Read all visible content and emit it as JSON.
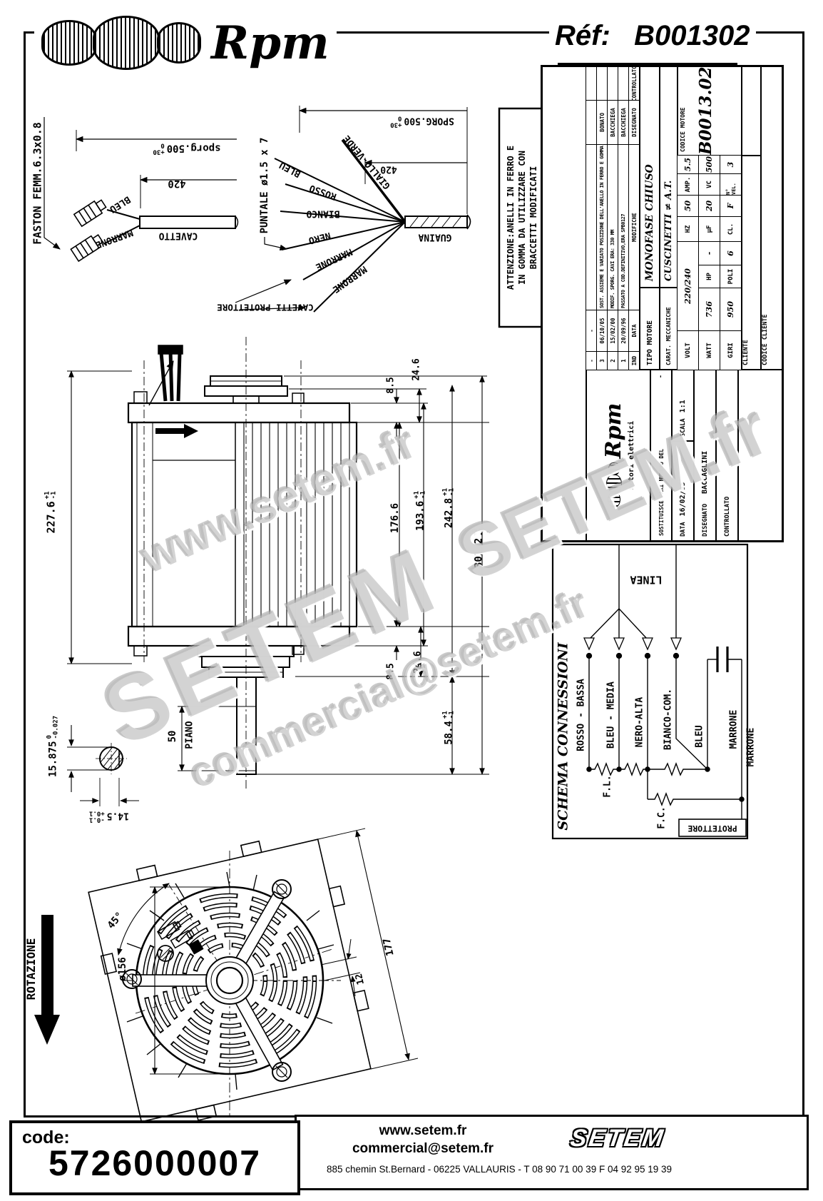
{
  "header": {
    "brand": "Rpm",
    "ref_label": "Réf:",
    "ref_value": "B001302"
  },
  "faston_detail": {
    "title": "FASTON FEMM.6.3x0.8",
    "sporg": "sporg.500",
    "sporg_tol_top": "0",
    "sporg_tol_bottom": "+30",
    "dim420": "420",
    "wire_blue": "BLEU",
    "wire_brown": "MARRONE",
    "cable": "CAVETTO"
  },
  "fan_detail": {
    "puntale": "PUNTALE ø1.5 x 7",
    "sporg": "SPORG.500",
    "sporg_tol_top": "0",
    "sporg_tol_bottom": "+30",
    "dim420": "420",
    "sheath": "GUAINA",
    "cavetti": "CAVETTI PROTETTORE",
    "wires": [
      "GIALLO-VERDE",
      "BLEU",
      "ROSSO",
      "BIANCO",
      "NERO",
      "MARRONE",
      "MARRONE"
    ]
  },
  "attention": {
    "line1": "ATTENZIONE:ANELLI IN FERRO E",
    "line2": "IN GOMMA DA UTILIZZARE CON",
    "line3": "BRACCETTI MODIFICATI"
  },
  "side_view": {
    "h_overall": "227.6",
    "tol_p1": "+1",
    "tol_m1": "-1",
    "top_plate": "8.5",
    "top_hub": "24.6",
    "body": "176.6",
    "plates": "193.6",
    "with_hubs": "242.8",
    "overall": "301.2",
    "tol_p2": "+2",
    "tol_m2": "-2",
    "bot_plate": "8.5",
    "bot_hub": "24.6",
    "shaft_len": "58.4",
    "flat_len": "50",
    "flat_label": "PIANO",
    "shaft_dia": "15.875",
    "shaft_tol_top": "0",
    "shaft_tol_bottom": "-0.027",
    "flat_width": "14.5",
    "flat_tol_top": "+0.1",
    "flat_tol_bottom": "-0.1"
  },
  "end_view": {
    "rotation": "ROTAZIONE",
    "diameter": "ø156",
    "angle": "45°",
    "plate": "177",
    "tab": "12"
  },
  "schema": {
    "title": "SCHEMA CONNESSIONI",
    "linea": "LINEA",
    "wires": [
      "ROSSO - BASSA",
      "BLEU - MEDIA",
      "NERO-ALTA",
      "BIANCO-COM.",
      "BLEU",
      "MARRONE",
      "MARRONE"
    ],
    "fl": "F.L.",
    "fc": "F.C.",
    "protettore": "PROTETTORE"
  },
  "title_block": {
    "revisions": {
      "headers": [
        "IND",
        "DATA",
        "MODIFICHE",
        "DISEGNATO",
        "CONTROLLATO"
      ],
      "rows": [
        [
          "-",
          "-",
          "",
          "",
          ""
        ],
        [
          "3",
          "06/10/05",
          "SOST. ASSIEME E VARIATO POSIZIONE DELL'ANELLO IN FERRO E GOMMA",
          "BONATO",
          ""
        ],
        [
          "2",
          "15/02/00",
          "MODIF. SPORG. CAVI ERA: 330 MM",
          "BACCHIEGA",
          ""
        ],
        [
          "1",
          "20/09/96",
          "PASSATO A COD.DEFINITIVO,ERA SPB0127",
          "BACCHIEGA",
          ""
        ]
      ]
    },
    "brand": "Rpm",
    "brand_sub": "motori elettrici",
    "sostituisce_label": "SOSTITUISCE PARI NUMERO DEL",
    "sostituisce_value": "-",
    "data_label": "DATA",
    "data_value": "16/02/95",
    "scala_label": "SCALA",
    "scala_value": "1:1",
    "disegnato_label": "DISEGNATO",
    "disegnato_value": "BACCAGLINI",
    "controllato_label": "CONTROLLATO",
    "tipo_label": "TIPO MOTORE",
    "tipo_value": "MONOFASE CHIUSO",
    "carat_label": "CARAT. MECCANICHE",
    "carat_value": "CUSCINETTI ≠ A.T.",
    "specs": {
      "volt_l": "VOLT",
      "volt_v": "220/240",
      "hz_l": "HZ",
      "hz_v": "50",
      "amp_l": "AMP.",
      "amp_v": "5.5",
      "watt_l": "WATT",
      "watt_v": "736",
      "hp_l": "HP",
      "hp_v": "-",
      "uf_l": "μF",
      "uf_v": "20",
      "vc_l": "VC",
      "vc_v": "500",
      "giri_l": "GIRI",
      "giri_v": "950",
      "poli_l": "POLI",
      "poli_v": "6",
      "cl_l": "CL.",
      "cl_v": "F",
      "nvel_l": "N° VEL.",
      "nvel_v": "3"
    },
    "cliente_label": "CLIENTE",
    "codice_motore_label": "CODICE MOTORE",
    "codice_motore_value": "B0013.02",
    "codice_cliente_label": "CODICE CLIENTE"
  },
  "watermarks": {
    "w1": "www.setem.fr",
    "w2": "SETEM",
    "w3": "SETEM.fr",
    "w4": "commercial@setem.fr"
  },
  "footer": {
    "code_label": "code:",
    "code_value": "5726000007",
    "site": "www.setem.fr",
    "email": "commercial@setem.fr",
    "address": "885 chemin St.Bernard  -  06225 VALLAURIS  -  T 08 90 71 00 39   F 04 92 95 19 39",
    "brand": "SETEM"
  }
}
